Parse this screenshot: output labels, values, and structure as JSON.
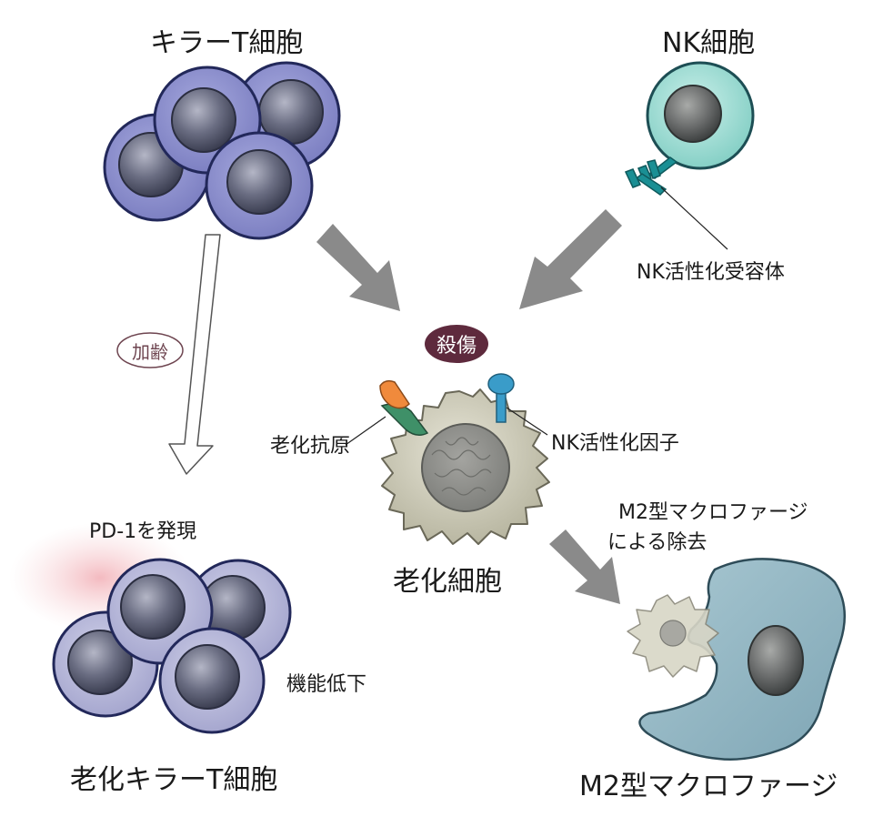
{
  "labels": {
    "killer_t": "キラーT細胞",
    "nk_cell": "NK細胞",
    "nk_receptor": "NK活性化受容体",
    "aging": "加齢",
    "kill": "殺傷",
    "senescent_antigen": "老化抗原",
    "nk_ligand": "NK活性化因子",
    "pd1": "PD-1を発現",
    "senescent_cell": "老化細胞",
    "m2_removal_line1": "M2型マクロファージ",
    "m2_removal_line2": "による除去",
    "dysfunction": "機能低下",
    "aged_killer_t": "老化キラーT細胞",
    "m2_macrophage": "M2型マクロファージ"
  },
  "colors": {
    "t_cell_membrane": "#8d90cc",
    "t_cell_outline": "#22285a",
    "aged_t_membrane": "#b3b3d6",
    "nucleus": "#5c5f73",
    "nk_cell": "#9fdcd4",
    "nk_receptor": "#1a8f94",
    "arrow_gray": "#8a8a8a",
    "kill_badge": "#5e2a3d",
    "senescent_cell": "#d2d0bd",
    "antigen_orange": "#f08a3c",
    "antigen_green": "#3f9068",
    "nk_ligand_blue": "#3a9cc9",
    "macrophage": "#8cb0be",
    "aging_badge_border": "#6e4550",
    "pd1_glow": "#f3b9be"
  }
}
